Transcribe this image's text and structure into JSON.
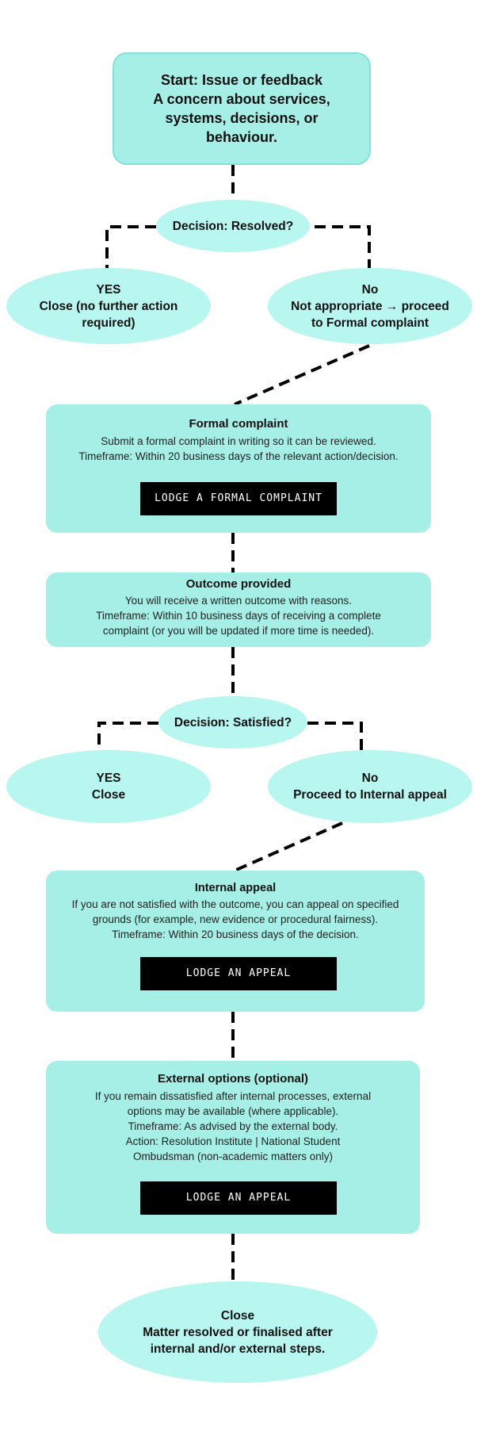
{
  "start": {
    "line1": "Start: Issue or feedback",
    "line2": "A concern about services,",
    "line3": "systems, decisions, or",
    "line4": "behaviour."
  },
  "decision1": {
    "label": "Decision: Resolved?"
  },
  "yes1": {
    "line1": "YES",
    "line2": "Close (no further action",
    "line3": "required)"
  },
  "no1": {
    "line1": "No",
    "line2": "Not appropriate → proceed",
    "line3": "to Formal complaint"
  },
  "formal": {
    "title": "Formal complaint",
    "line1": "Submit a formal complaint in writing so it can be reviewed.",
    "line2": "Timeframe: Within 20 business days of the relevant action/decision.",
    "button": "LODGE A FORMAL COMPLAINT"
  },
  "outcome": {
    "title": "Outcome provided",
    "line1": "You will receive a written outcome with reasons.",
    "line2": "Timeframe: Within 10 business days of receiving a complete",
    "line3": "complaint (or you will be updated if more time is needed)."
  },
  "decision2": {
    "label": "Decision: Satisfied?"
  },
  "yes2": {
    "line1": "YES",
    "line2": "Close"
  },
  "no2": {
    "line1": "No",
    "line2": "Proceed to Internal appeal"
  },
  "appeal": {
    "title": "Internal appeal",
    "line1": "If you are not satisfied with the outcome, you can appeal on specified",
    "line2": "grounds (for example, new evidence or procedural fairness).",
    "line3": "Timeframe: Within 20 business days of the decision.",
    "button": "LODGE AN APPEAL"
  },
  "external": {
    "title": "External options (optional)",
    "line1": "If you remain dissatisfied after internal processes, external",
    "line2": "options may be available (where applicable).",
    "line3": "Timeframe: As advised by the external body.",
    "line4": "Action: Resolution Institute | National Student",
    "line5": "Ombudsman (non-academic matters only)",
    "button": "LODGE AN APPEAL"
  },
  "close": {
    "line1": "Close",
    "line2": "Matter resolved or finalised after",
    "line3": "internal and/or external steps."
  },
  "colors": {
    "box": "#a6efe6",
    "oval": "#b8f6f0",
    "button": "#000000"
  }
}
